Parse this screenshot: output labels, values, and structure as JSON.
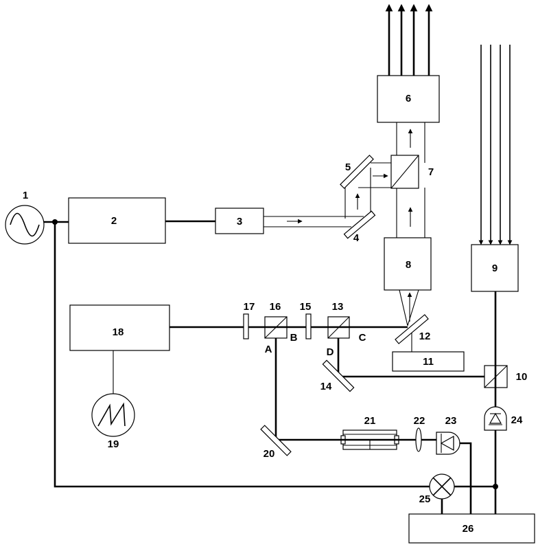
{
  "labels": {
    "l1": "1",
    "l2": "2",
    "l3": "3",
    "l4": "4",
    "l5": "5",
    "l6": "6",
    "l7": "7",
    "l8": "8",
    "l9": "9",
    "l10": "10",
    "l11": "11",
    "l12": "12",
    "l13": "13",
    "l14": "14",
    "l15": "15",
    "l16": "16",
    "l17": "17",
    "l18": "18",
    "l19": "19",
    "l20": "20",
    "l21": "21",
    "l22": "22",
    "l23": "23",
    "l24": "24",
    "l25": "25",
    "l26": "26",
    "A": "A",
    "B": "B",
    "C": "C",
    "D": "D"
  }
}
